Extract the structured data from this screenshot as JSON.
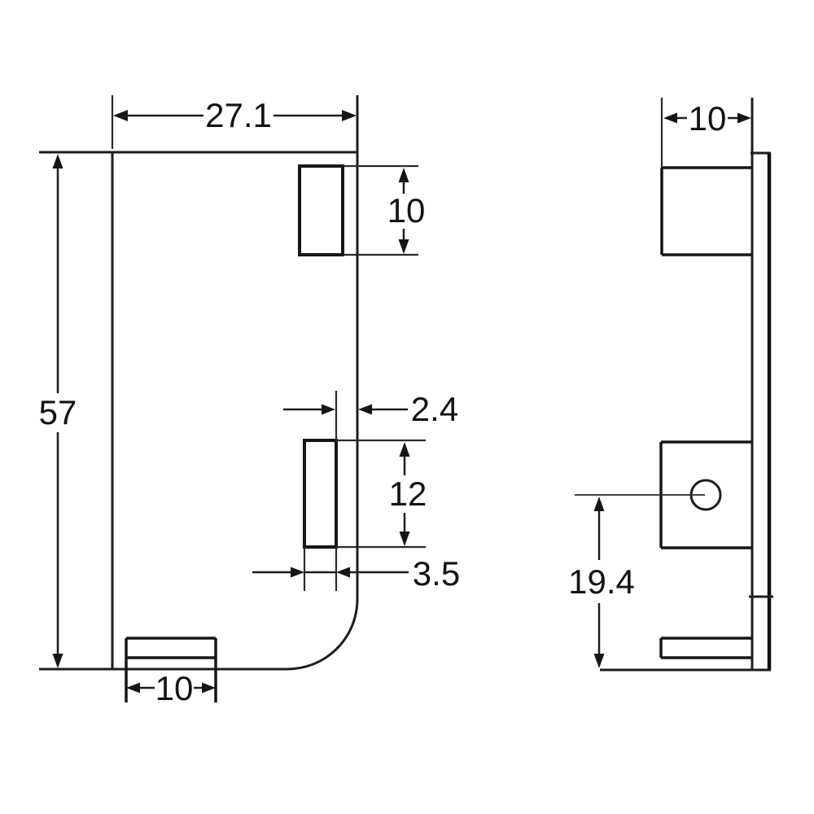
{
  "drawing": {
    "type": "engineering-orthographic-views",
    "background_color": "#ffffff",
    "line_color": "#1d1d1d",
    "views": {
      "front_view": "flat bracket face with rounded lower-right corner, top slot, middle slot and bottom tab",
      "side_view": "thin vertical plate with top bent tab, middle tab with round hole, bottom bent tab"
    },
    "labels": {
      "overall_width": "27.1",
      "overall_height": "57",
      "top_slot_height": "10",
      "edge_gap_width": "2.4",
      "middle_slot_height": "12",
      "middle_slot_width": "3.5",
      "bottom_tab_width": "10",
      "side_tab_depth": "10",
      "hole_height_from_bottom": "19.4"
    }
  }
}
